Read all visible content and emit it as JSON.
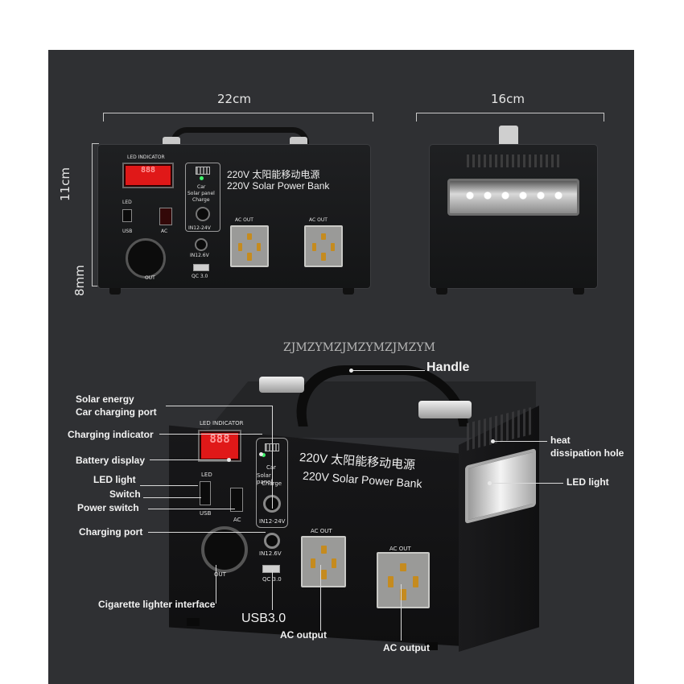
{
  "dimensions": {
    "width": "22cm",
    "depth": "16cm",
    "height": "11cm",
    "feet": "8mm"
  },
  "panel": {
    "led_indicator": "LED INDICATOR",
    "led_display": "888",
    "led": "LED",
    "usb": "USB",
    "ac": "AC",
    "car_solar": [
      "Car",
      "Solar panel",
      "Charge"
    ],
    "in_12_24": "IN12-24V",
    "in_12_6": "IN12.6V",
    "qc": "QC 3.0",
    "ac_out": "AC OUT",
    "title_cn": "220V 太阳能移动电源",
    "title_en": "220V Solar Power Bank",
    "out_cut": "OUT"
  },
  "watermark": "ZJMZYMZJMZYMZJMZYM",
  "callouts": {
    "handle": "Handle",
    "solar_energy": "Solar energy",
    "car_charging_port": "Car charging port",
    "charging_indicator": "Charging indicator",
    "battery_display": "Battery display",
    "led_light_left": "LED light",
    "switch": "Switch",
    "power_switch": "Power switch",
    "charging_port": "Charging port",
    "cigarette_lighter": "Cigarette lighter interface",
    "usb3": "USB3.0",
    "ac_output_1": "AC output",
    "ac_output_2": "AC output",
    "heat": "heat",
    "dissipation_hole": "dissipation hole",
    "led_light_right": "LED light"
  },
  "colors": {
    "background": "#2f3033",
    "led_red": "#e01818",
    "socket_pin": "#c58b1f"
  }
}
